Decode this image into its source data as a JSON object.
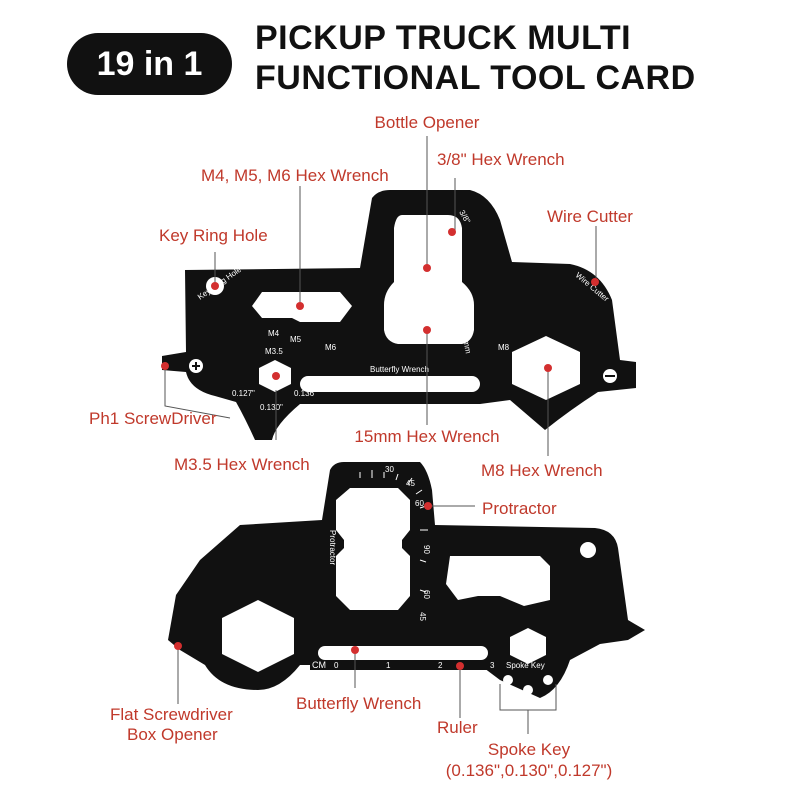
{
  "header": {
    "badge": "19 in 1",
    "title_line1": "PICKUP TRUCK MULTI",
    "title_line2": "FUNCTIONAL TOOL CARD"
  },
  "labels": {
    "bottle_opener": "Bottle Opener",
    "hex_38": "3/8\" Hex Wrench",
    "hex_m4m5m6": "M4, M5, M6 Hex Wrench",
    "wire_cutter": "Wire Cutter",
    "key_ring_hole": "Key Ring Hole",
    "ph1_screwdriver": "Ph1 ScrewDriver",
    "hex_15mm": "15mm Hex Wrench",
    "hex_m35": "M3.5 Hex Wrench",
    "hex_m8": "M8 Hex Wrench",
    "protractor": "Protractor",
    "flat_screwdriver_1": "Flat Screwdriver",
    "flat_screwdriver_2": "Box Opener",
    "butterfly_wrench": "Butterfly Wrench",
    "ruler": "Ruler",
    "spoke_key": "Spoke Key",
    "spoke_key_sizes": "(0.136\",0.130\",0.127\")"
  },
  "card_text": {
    "key_ring": "Key Ring Hole",
    "wire_cutter": "Wire Cutter",
    "m4": "M4",
    "m5": "M5",
    "m6": "M6",
    "m35": "M3.5",
    "m8": "M8",
    "s0127": "0.127\"",
    "s0136": "0.136\"",
    "s0130": "0.130\"",
    "butterfly": "Butterfly Wrench",
    "mm15": "15mm",
    "in38": "3/8\"",
    "protractor": "Protractor",
    "cm": "CM",
    "r0": "0",
    "r1": "1",
    "r2": "2",
    "r3": "3",
    "spoke": "Spoke Key",
    "a30": "30",
    "a45": "45",
    "a60": "60",
    "a90": "90",
    "a60b": "60",
    "a45b": "45"
  },
  "colors": {
    "card": "#111111",
    "accent": "#c0392b",
    "dot": "#d32f2f"
  }
}
